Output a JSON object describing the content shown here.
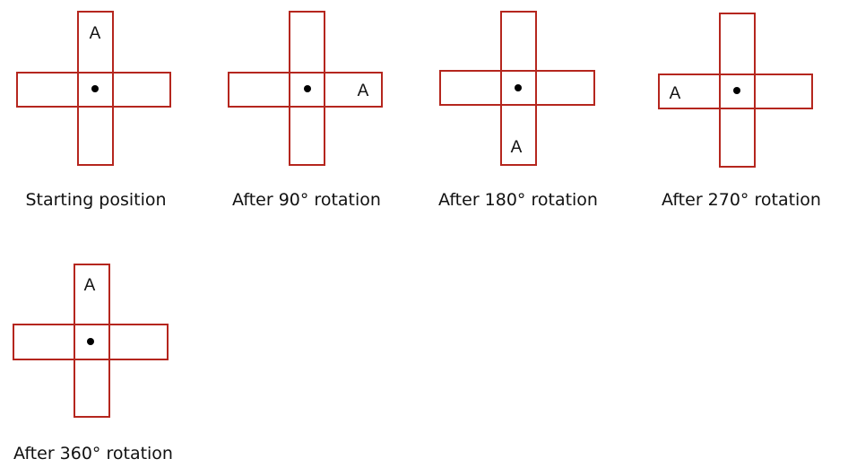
{
  "colors": {
    "outline": "#b5261e",
    "text": "#111111",
    "background": "#ffffff"
  },
  "figures": [
    {
      "caption": "Starting position",
      "marker": "A"
    },
    {
      "caption": "After 90° rotation",
      "marker": "A"
    },
    {
      "caption": "After 180° rotation",
      "marker": "A"
    },
    {
      "caption": "After 270° rotation",
      "marker": "A"
    },
    {
      "caption": "After 360° rotation",
      "marker": "A"
    }
  ]
}
